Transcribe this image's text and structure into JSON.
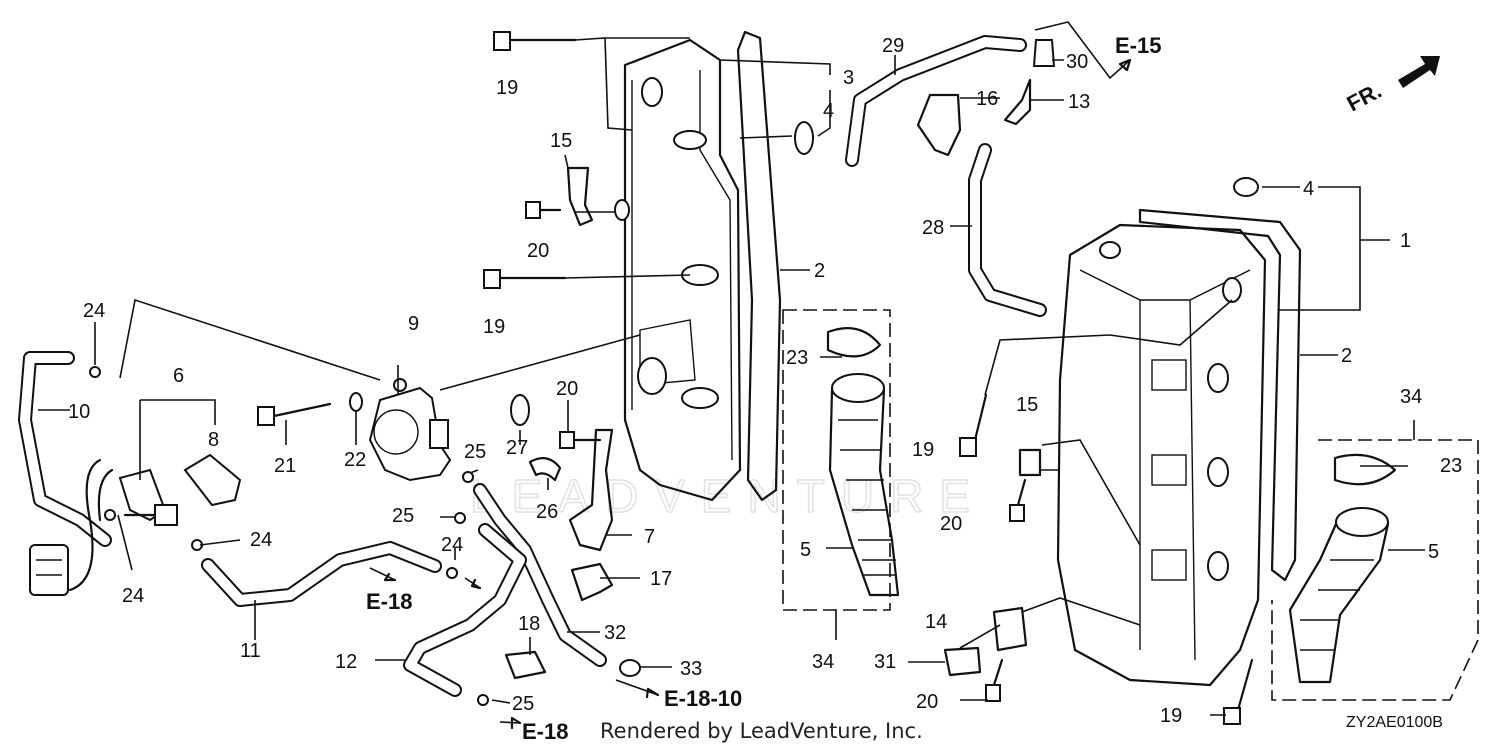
{
  "watermark": "LEADVENTURE",
  "labels": {
    "n1": "1",
    "n2a": "2",
    "n2b": "2",
    "n3": "3",
    "n4a": "4",
    "n4b": "4",
    "n5a": "5",
    "n5b": "5",
    "n6": "6",
    "n7": "7",
    "n8": "8",
    "n9": "9",
    "n10": "10",
    "n11": "11",
    "n12": "12",
    "n13": "13",
    "n14": "14",
    "n15a": "15",
    "n15b": "15",
    "n16": "16",
    "n17": "17",
    "n18": "18",
    "n19a": "19",
    "n19b": "19",
    "n19c": "19",
    "n19d": "19",
    "n20a": "20",
    "n20b": "20",
    "n20c": "20",
    "n20d": "20",
    "n21": "21",
    "n22": "22",
    "n23a": "23",
    "n23b": "23",
    "n24a": "24",
    "n24b": "24",
    "n24c": "24",
    "n24d": "24",
    "n25a": "25",
    "n25b": "25",
    "n25c": "25",
    "n26": "26",
    "n27": "27",
    "n28": "28",
    "n29": "29",
    "n30": "30",
    "n31": "31",
    "n32": "32",
    "n33": "33",
    "n34a": "34",
    "n34b": "34"
  },
  "refs": {
    "e15": "E-15",
    "e18a": "E-18",
    "e18b": "E-18",
    "e1810": "E-18-10"
  },
  "direction": "FR.",
  "credit": "Rendered by LeadVenture, Inc.",
  "diagram_code": "ZY2AE0100B"
}
